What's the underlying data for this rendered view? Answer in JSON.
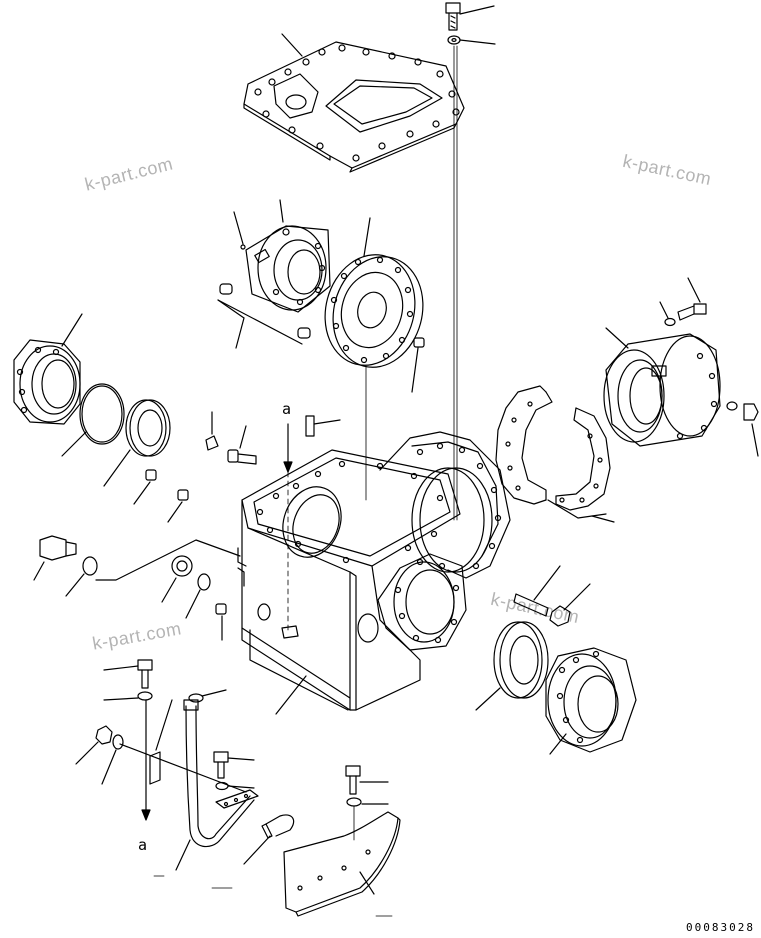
{
  "watermarks": [
    "k-part.com",
    "k-part.com",
    "k-part.com",
    "k-part.com"
  ],
  "reference_marks": [
    "a",
    "a"
  ],
  "drawing_code": "00083028"
}
